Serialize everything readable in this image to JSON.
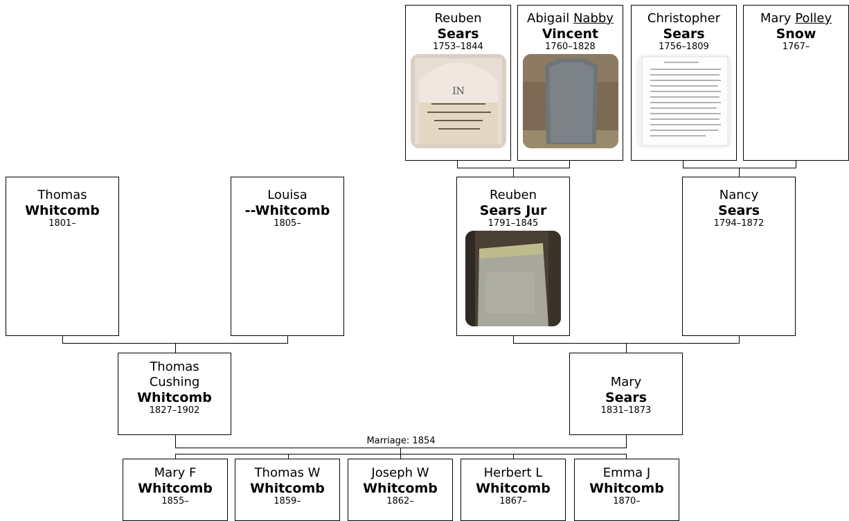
{
  "people": {
    "reuben_sears_sr": {
      "given": "Reuben",
      "surname": "Sears",
      "dates": "1753–1844"
    },
    "abigail_vincent": {
      "given_prefix": "Abigail ",
      "given_underlined": "Nabby",
      "surname": "Vincent",
      "dates": "1760–1828"
    },
    "christopher_sears": {
      "given": "Christopher",
      "surname": "Sears",
      "dates": "1756–1809"
    },
    "mary_snow": {
      "given_prefix": "Mary ",
      "given_underlined": "Polley",
      "surname": "Snow",
      "dates": "1767–"
    },
    "thomas_whitcomb_sr": {
      "given": "Thomas",
      "surname": "Whitcomb",
      "dates": "1801–"
    },
    "louisa_whitcomb": {
      "given": "Louisa",
      "surname": "--Whitcomb",
      "dates": "1805–"
    },
    "reuben_sears_jr": {
      "given": "Reuben",
      "surname": "Sears Jur",
      "dates": "1791–1845"
    },
    "nancy_sears": {
      "given": "Nancy",
      "surname": "Sears",
      "dates": "1794–1872"
    },
    "thomas_cushing_whitcomb": {
      "given_line1": "Thomas",
      "given_line2": "Cushing",
      "surname": "Whitcomb",
      "dates": "1827–1902"
    },
    "mary_sears": {
      "given": "Mary",
      "surname": "Sears",
      "dates": "1831–1873"
    }
  },
  "marriage_label": "Marriage: 1854",
  "children": [
    {
      "given": "Mary F",
      "surname": "Whitcomb",
      "dates": "1855–"
    },
    {
      "given": "Thomas W",
      "surname": "Whitcomb",
      "dates": "1859–"
    },
    {
      "given": "Joseph W",
      "surname": "Whitcomb",
      "dates": "1862–"
    },
    {
      "given": "Herbert L",
      "surname": "Whitcomb",
      "dates": "1867–"
    },
    {
      "given": "Emma J",
      "surname": "Whitcomb",
      "dates": "1870–"
    }
  ]
}
